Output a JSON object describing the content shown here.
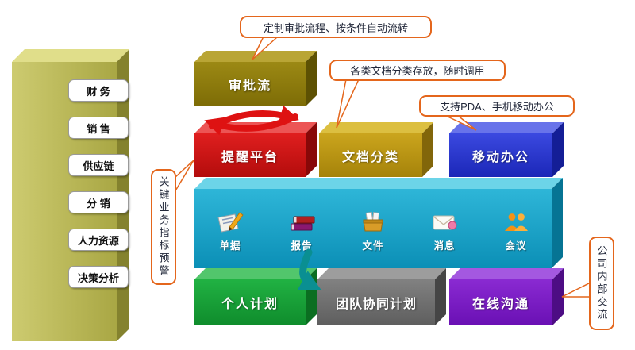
{
  "colors": {
    "callout_border": "#e4661c",
    "module_bar": "#b5b34f",
    "approval_flow": "#8d7a0c",
    "reminder_platform": "#cf1212",
    "doc_classification": "#ba950c",
    "mobile_office": "#2633d0",
    "tray_bar": "#12a3c8",
    "personal_plan": "#17a83a",
    "team_plan": "#6e6e6e",
    "online_chat": "#7a18c6",
    "cycle_arrow": "#de1212",
    "flow_arrow": "#0a8f92"
  },
  "left_bar": {
    "items": [
      "财 务",
      "销 售",
      "供应链",
      "分 销",
      "人力资源",
      "决策分析"
    ]
  },
  "callouts": {
    "approval": "定制审批流程、按条件自动流转",
    "docs": "各类文档分类存放，随时调用",
    "mobile": "支持PDA、手机移动办公",
    "kpi": "关键业务指标预警",
    "internal": "公司内部交流"
  },
  "blocks": {
    "approval_flow": "审批流",
    "reminder_platform": "提醒平台",
    "doc_classification": "文档分类",
    "mobile_office": "移动办公",
    "personal_plan": "个人计划",
    "team_plan": "团队协同计划",
    "online_chat": "在线沟通"
  },
  "tray": {
    "items": [
      {
        "label": "单据",
        "icon": "memo-pencil-icon"
      },
      {
        "label": "报告",
        "icon": "books-icon"
      },
      {
        "label": "文件",
        "icon": "file-box-icon"
      },
      {
        "label": "消息",
        "icon": "envelope-icon"
      },
      {
        "label": "会议",
        "icon": "people-icon"
      }
    ]
  }
}
